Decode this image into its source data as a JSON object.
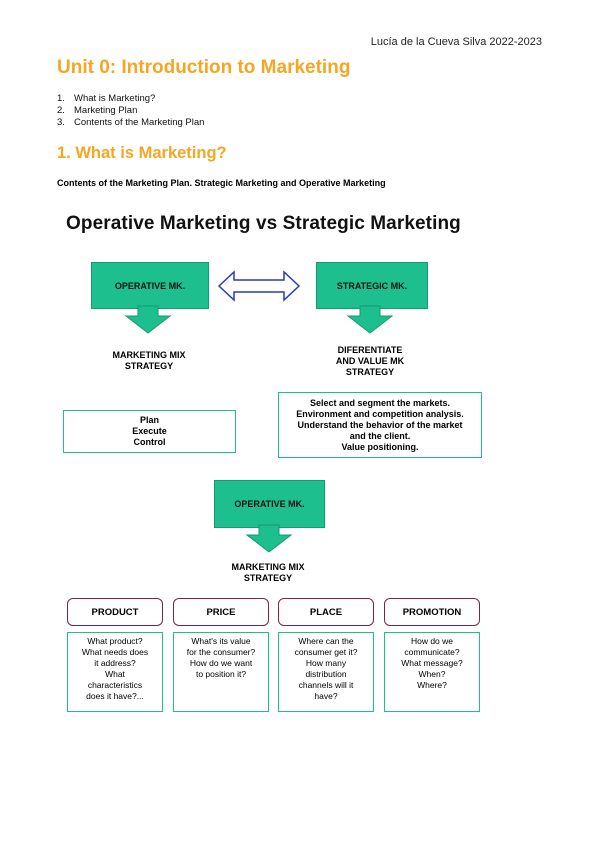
{
  "header": {
    "author": "Lucía de la Cueva Silva 2022-2023"
  },
  "title": "Unit 0: Introduction to Marketing",
  "toc": [
    {
      "num": "1.",
      "text": "What is Marketing?"
    },
    {
      "num": "2.",
      "text": "Marketing Plan"
    },
    {
      "num": "3.",
      "text": "Contents of the Marketing Plan"
    }
  ],
  "section_heading": "1. What is Marketing?",
  "subtitle": "Contents of the Marketing Plan. Strategic Marketing and Operative Marketing",
  "diagram": {
    "title": "Operative Marketing vs Strategic Marketing",
    "operative_box": "OPERATIVE MK.",
    "strategic_box": "STRATEGIC MK.",
    "operative_label": [
      "MARKETING MIX",
      "STRATEGY"
    ],
    "strategic_label": [
      "DIFERENTIATE",
      "AND VALUE MK",
      "STRATEGY"
    ],
    "operative_detail": [
      "Plan",
      "Execute",
      "Control"
    ],
    "strategic_detail": [
      "Select and segment the markets.",
      "Environment and competition analysis.",
      "Understand the behavior of the market",
      "and the client.",
      "Value positioning."
    ],
    "operative_box_2": "OPERATIVE MK.",
    "mix_label": [
      "MARKETING MIX",
      "STRATEGY"
    ],
    "categories": [
      {
        "name": "PRODUCT",
        "questions": [
          "What product?",
          "What needs does",
          "it address?",
          "What",
          "characteristics",
          "does it have?..."
        ]
      },
      {
        "name": "PRICE",
        "questions": [
          "What's its value",
          "for the consumer?",
          "How do we want",
          "to position it?"
        ]
      },
      {
        "name": "PLACE",
        "questions": [
          "Where can the",
          "consumer get it?",
          "How many",
          "distribution",
          "channels will it",
          "have?"
        ]
      },
      {
        "name": "PROMOTION",
        "questions": [
          "How do we",
          "communicate?",
          "What message?",
          "When?",
          "Where?"
        ]
      }
    ],
    "colors": {
      "green": "#1ebf8f",
      "maroon": "#7a2640",
      "orange": "#f5a623",
      "arrow_blue": "#2a3ab8"
    }
  }
}
